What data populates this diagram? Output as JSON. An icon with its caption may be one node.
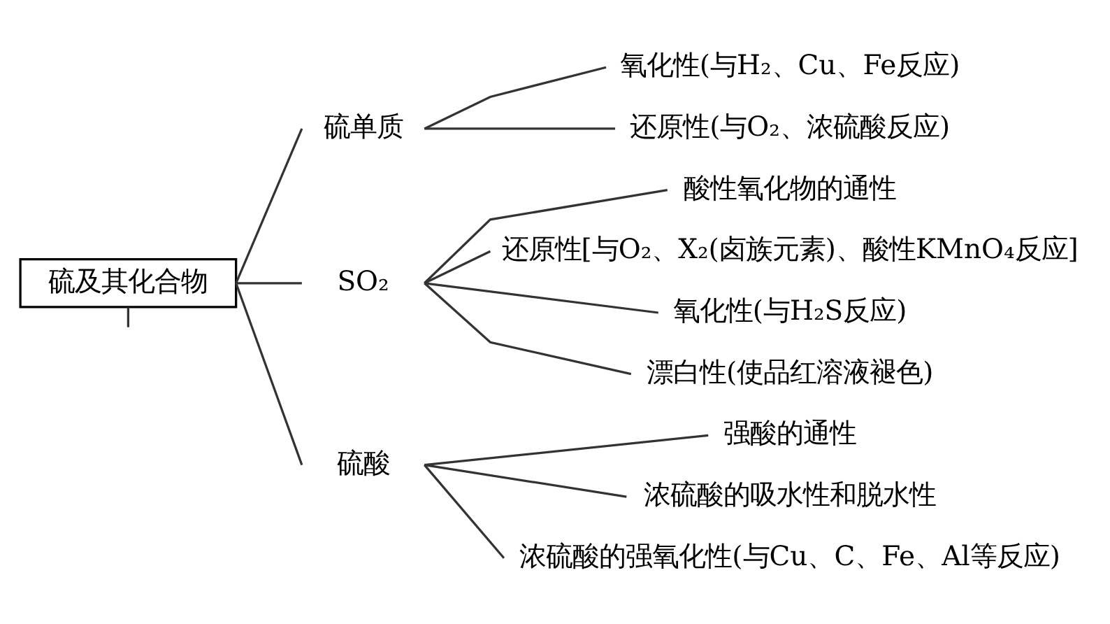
{
  "diagram": {
    "nodes": [
      {
        "text": [
          "硫及其化合物"
        ]
      },
      {
        "text": [
          "硫单质"
        ]
      },
      {
        "text": [
          "SO₂"
        ]
      },
      {
        "text": [
          "硫酸"
        ]
      },
      {
        "text": [
          "氧化性(与H₂、Cu、Fe反应)"
        ]
      },
      {
        "text": [
          "还原性(与O₂、浓硫酸反应)"
        ]
      },
      {
        "text": [
          "酸性氧化物的通性"
        ]
      },
      {
        "text": [
          "还原性[与O₂、X₂(卤族元素)、酸性KMnO₄反应]"
        ]
      },
      {
        "text": [
          "氧化性(与H₂S反应)"
        ]
      },
      {
        "text": [
          "漂白性(使品红溶液褪色)"
        ]
      },
      {
        "text": [
          "强酸的通性"
        ]
      },
      {
        "text": [
          "浓硫酸的吸水性和脱水性"
        ]
      },
      {
        "text": [
          "浓硫酸的强氧化性(与Cu、C、Fe、Al等反应)"
        ]
      }
    ],
    "edges": [
      {
        "from": 0,
        "to": 1,
        "arrow": "none"
      },
      {
        "from": 0,
        "to": 2,
        "arrow": "none"
      },
      {
        "from": 0,
        "to": 3,
        "arrow": "none"
      },
      {
        "from": 1,
        "to": 4,
        "arrow": "none"
      },
      {
        "from": 1,
        "to": 5,
        "arrow": "none"
      },
      {
        "from": 2,
        "to": 6,
        "arrow": "none"
      },
      {
        "from": 2,
        "to": 7,
        "arrow": "none"
      },
      {
        "from": 2,
        "to": 8,
        "arrow": "none"
      },
      {
        "from": 2,
        "to": 9,
        "arrow": "none"
      },
      {
        "from": 3,
        "to": 10,
        "arrow": "none"
      },
      {
        "from": 3,
        "to": 11,
        "arrow": "none"
      },
      {
        "from": 3,
        "to": 12,
        "arrow": "none"
      },
      {
        "from": 0,
        "to": null,
        "arrow": "none"
      }
    ]
  }
}
